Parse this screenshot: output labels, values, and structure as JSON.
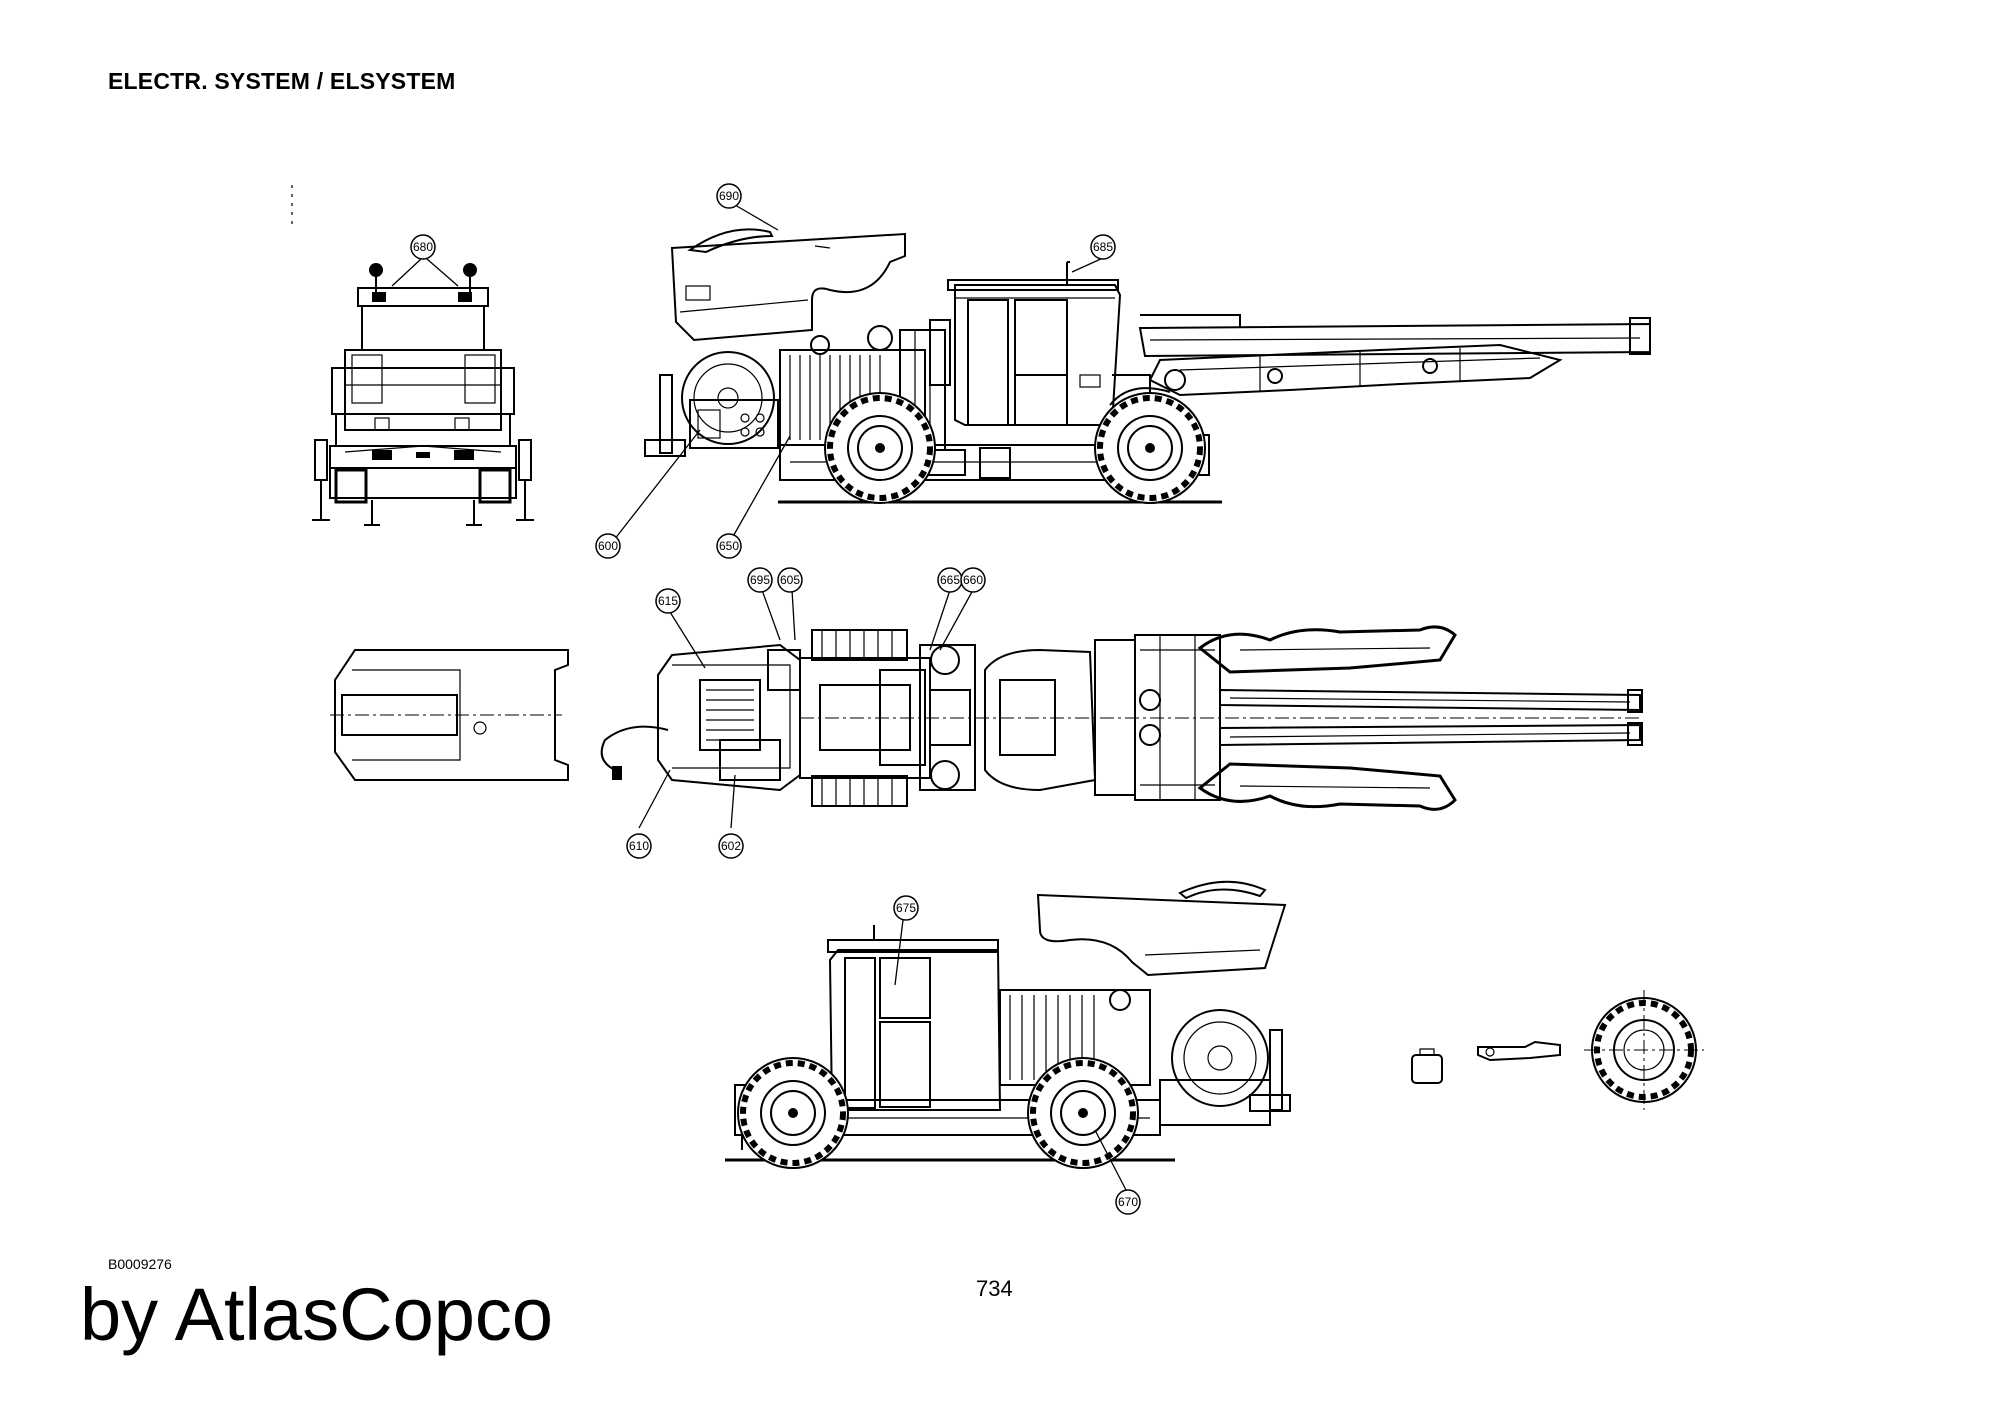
{
  "header": {
    "title": "ELECTR. SYSTEM / ELSYSTEM"
  },
  "footer": {
    "drawing_id": "B0009276",
    "page_number": "734",
    "brand": "by AtlasCopco"
  },
  "callouts": [
    {
      "id": "c680",
      "label": "680"
    },
    {
      "id": "c690",
      "label": "690"
    },
    {
      "id": "c685",
      "label": "685"
    },
    {
      "id": "c600",
      "label": "600"
    },
    {
      "id": "c650",
      "label": "650"
    },
    {
      "id": "c615",
      "label": "615"
    },
    {
      "id": "c695",
      "label": "695"
    },
    {
      "id": "c605",
      "label": "605"
    },
    {
      "id": "c665",
      "label": "665"
    },
    {
      "id": "c660",
      "label": "660"
    },
    {
      "id": "c610",
      "label": "610"
    },
    {
      "id": "c602",
      "label": "602"
    },
    {
      "id": "c675",
      "label": "675"
    },
    {
      "id": "c670",
      "label": "670"
    }
  ]
}
